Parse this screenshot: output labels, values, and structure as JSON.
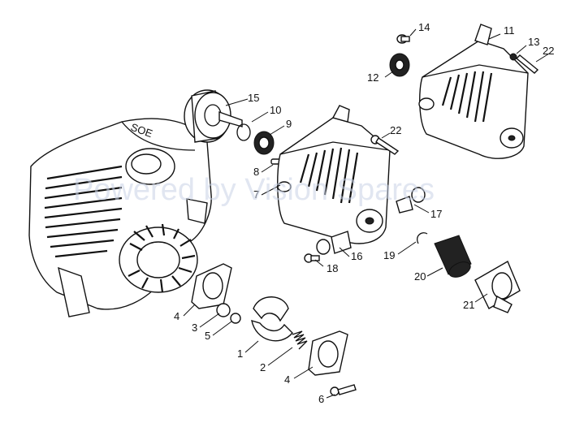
{
  "watermark": "Powered by Vision Spares",
  "engine_badge": "SOE",
  "labels": {
    "l1": "1",
    "l2": "2",
    "l3": "3",
    "l4a": "4",
    "l4b": "4",
    "l5": "5",
    "l6": "6",
    "l7": "7",
    "l8": "8",
    "l9": "9",
    "l10": "10",
    "l11": "11",
    "l12": "12",
    "l13": "13",
    "l14": "14",
    "l15": "15",
    "l16": "16",
    "l17": "17",
    "l18": "18",
    "l19": "19",
    "l20": "20",
    "l21": "21",
    "l22a": "22",
    "l22b": "22"
  }
}
